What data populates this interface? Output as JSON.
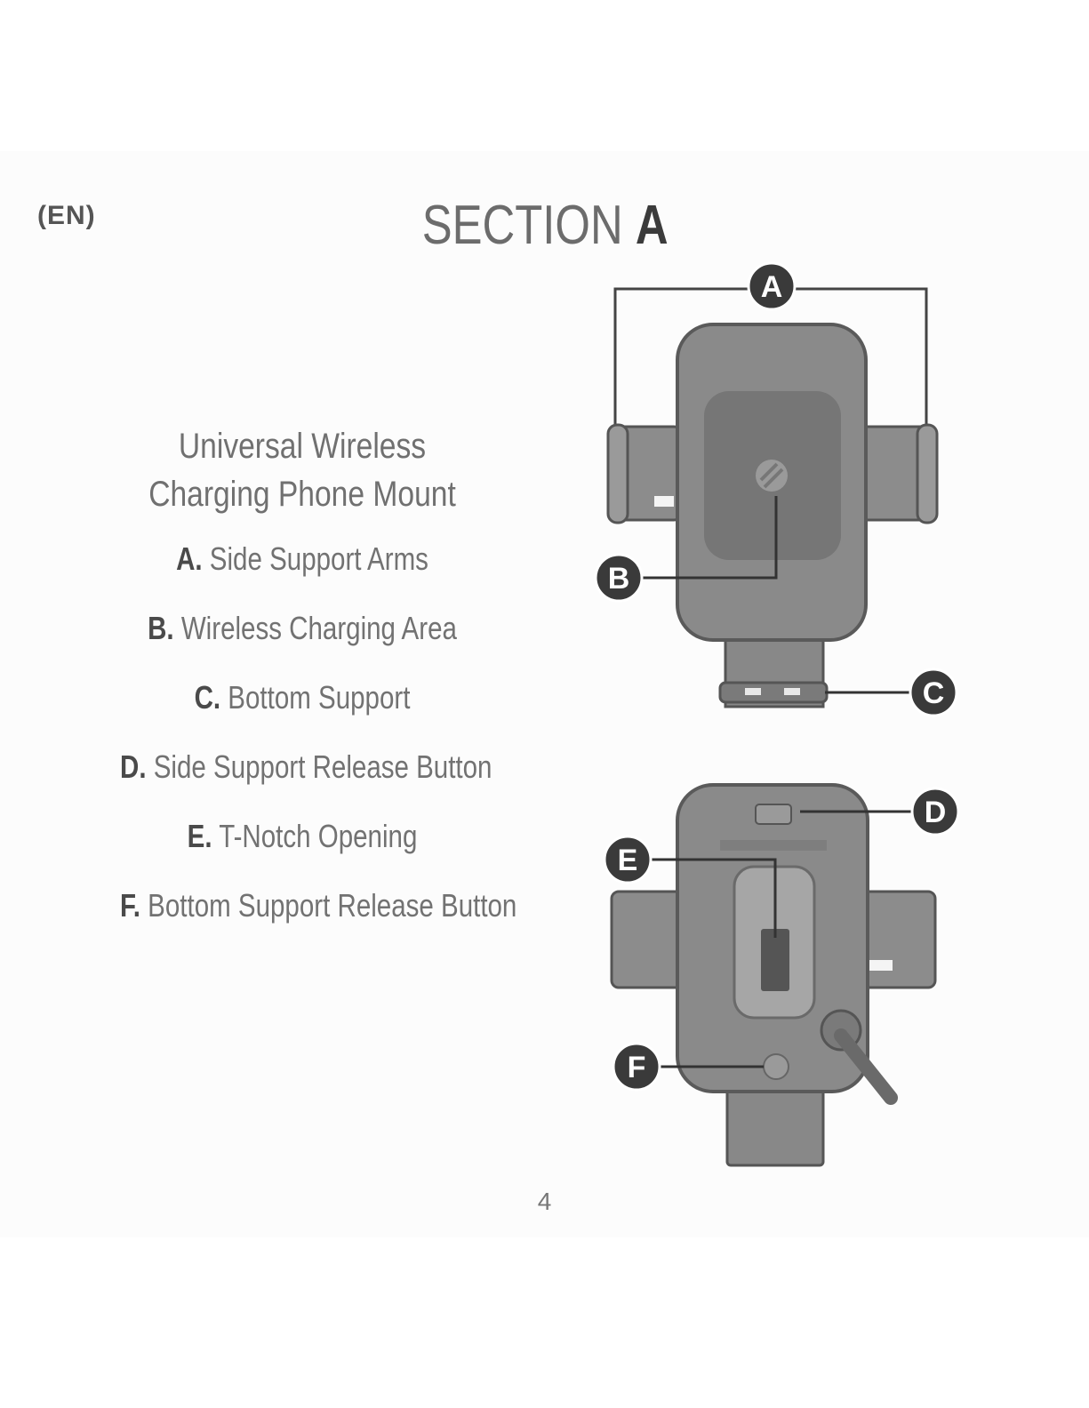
{
  "language_tag": "(EN)",
  "section": {
    "word": "SECTION",
    "letter": "A"
  },
  "product_title": {
    "line1": "Universal Wireless",
    "line2": "Charging Phone Mount"
  },
  "parts": [
    {
      "letter": "A.",
      "label": "Side Support Arms"
    },
    {
      "letter": "B.",
      "label": "Wireless Charging Area"
    },
    {
      "letter": "C.",
      "label": "Bottom Support"
    },
    {
      "letter": "D.",
      "label": "Side Support Release Button"
    },
    {
      "letter": "E.",
      "label": "T-Notch Opening"
    },
    {
      "letter": "F.",
      "label": "Bottom Support Release Button"
    }
  ],
  "callouts": {
    "a": "A",
    "b": "B",
    "c": "C",
    "d": "D",
    "e": "E",
    "f": "F"
  },
  "page_number": "4",
  "colors": {
    "body_fill": "#8a8a8a",
    "body_outline": "#5a5a5a",
    "pad_fill": "#767676",
    "callout_fill": "#3a3a3a",
    "text": "#707070"
  }
}
